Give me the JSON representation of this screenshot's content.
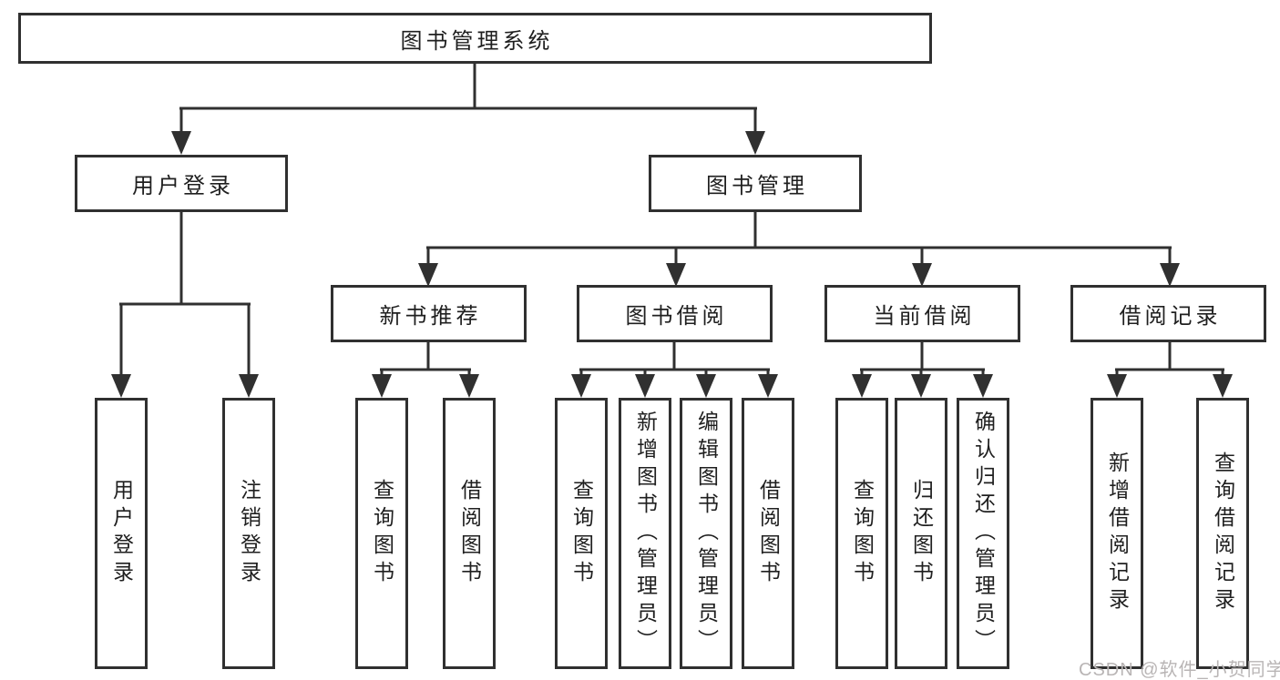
{
  "colors": {
    "line": "#303030",
    "text": "#1f1f1f",
    "box-bg": "#ffffff",
    "watermark": "#b9b5b5"
  },
  "tree": {
    "label": "图书管理系统",
    "children": [
      {
        "label": "用户登录",
        "children": [
          {
            "label": "用户登录"
          },
          {
            "label": "注销登录"
          }
        ]
      },
      {
        "label": "图书管理",
        "children": [
          {
            "label": "新书推荐",
            "children": [
              {
                "label": "查询图书"
              },
              {
                "label": "借阅图书"
              }
            ]
          },
          {
            "label": "图书借阅",
            "children": [
              {
                "label": "查询图书"
              },
              {
                "label": "新增图书（管理员）"
              },
              {
                "label": "编辑图书（管理员）"
              },
              {
                "label": "借阅图书"
              }
            ]
          },
          {
            "label": "当前借阅",
            "children": [
              {
                "label": "查询图书"
              },
              {
                "label": "归还图书"
              },
              {
                "label": "确认归还（管理员）"
              }
            ]
          },
          {
            "label": "借阅记录",
            "children": [
              {
                "label": "新增借阅记录"
              },
              {
                "label": "查询借阅记录"
              }
            ]
          }
        ]
      }
    ]
  },
  "watermark": {
    "text": "CSDN @软件_小贺同学"
  }
}
